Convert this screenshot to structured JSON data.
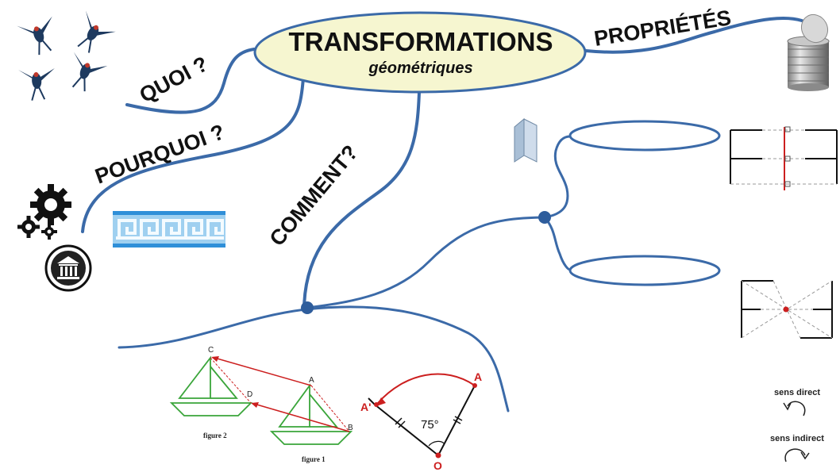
{
  "center": {
    "title": "TRANSFORMATIONS",
    "subtitle": "géométriques"
  },
  "branches": {
    "quoi": "QUOI ?",
    "pourquoi": "POURQUOI ?",
    "comment": "COMMENT?",
    "proprietes": "PROPRIÉTÉS"
  },
  "figure_translation": {
    "point_c": "C",
    "point_a": "A",
    "point_d": "D",
    "point_b": "B",
    "caption_2": "figure 2",
    "caption_1": "figure 1"
  },
  "figure_rotation": {
    "point_a": "A",
    "point_a_prime": "A'",
    "angle": "75°",
    "center": "O"
  },
  "orientation": {
    "direct": "sens direct",
    "indirect": "sens indirect"
  },
  "colors": {
    "line_blue": "#3b6aa8",
    "ellipse_fill": "#f6f6d0",
    "boat_green": "#3aa53a",
    "arrow_red": "#cc1f1f",
    "frieze_blue": "#2f8fd8"
  }
}
